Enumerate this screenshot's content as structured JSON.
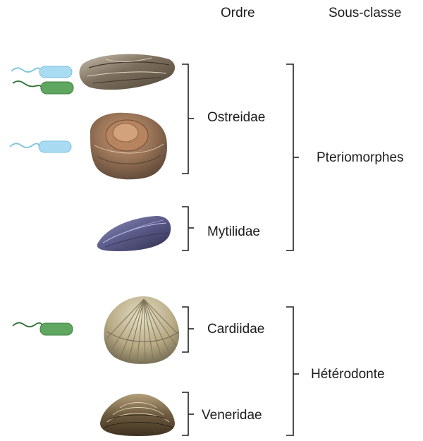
{
  "headers": {
    "ordre": "Ordre",
    "sous_classe": "Sous-classe"
  },
  "families": {
    "ostreidae": "Ostreidae",
    "mytilidae": "Mytilidae",
    "cardiidae": "Cardiidae",
    "veneridae": "Veneridae"
  },
  "subclasses": {
    "pteriomorphes": "Pteriomorphes",
    "heterodonte": "Hétérodonte"
  },
  "colors": {
    "bacterium_blue": "#a9dcf3",
    "bacterium_green": "#5fa761",
    "bracket": "#222222",
    "oyster": "#8a7a64",
    "mussel": "#5b5a86",
    "cockle": "#b9ad8a",
    "clam": "#7d6848"
  },
  "icons": [
    "blue-bacterium-icon",
    "green-bacterium-icon",
    "oyster-shell-icon",
    "mussel-shell-icon",
    "cockle-shell-icon",
    "clam-shell-icon"
  ]
}
